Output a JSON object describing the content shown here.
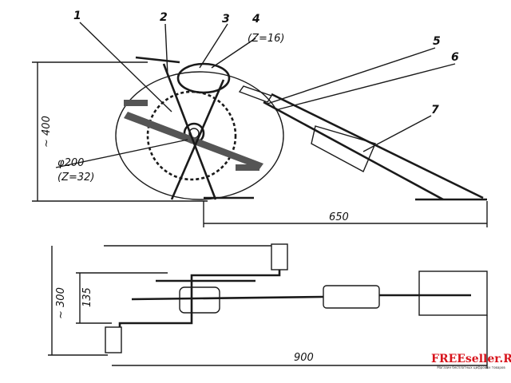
{
  "callouts": [
    "1",
    "2",
    "3",
    "4",
    "5",
    "6",
    "7"
  ],
  "side_view": {
    "small_sprocket": "(Z=16)",
    "big_sprocket_dia": "φ200",
    "big_sprocket_teeth": "(Z=32)",
    "height": "~ 400",
    "length": "650"
  },
  "top_view": {
    "width": "~ 300",
    "inner_width": "135",
    "length": "900"
  },
  "watermark": {
    "brand": "FREEseller.RV",
    "tagline": "Магазин бесплатных цифровых товаров"
  }
}
